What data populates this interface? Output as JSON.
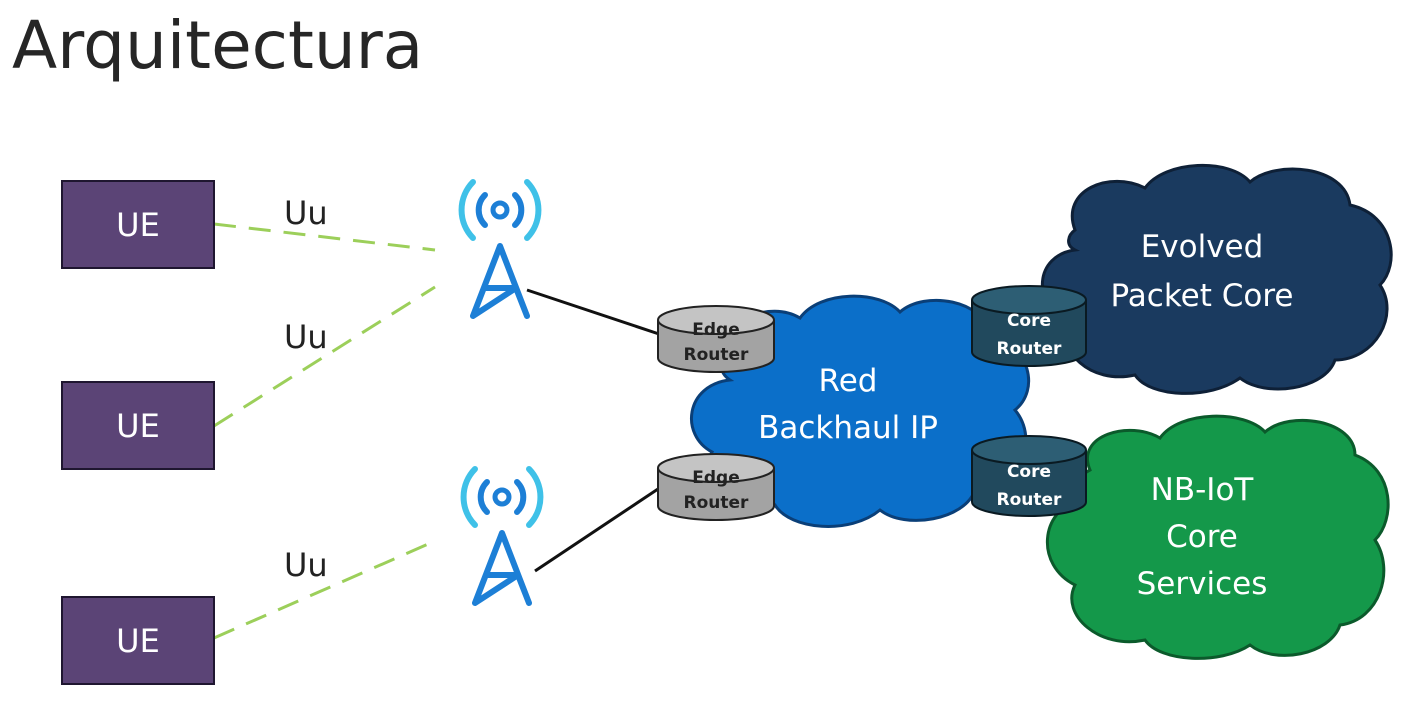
{
  "title": "Arquitectura",
  "ue_devices": [
    {
      "label": "UE"
    },
    {
      "label": "UE"
    },
    {
      "label": "UE"
    }
  ],
  "radio_links": [
    {
      "label": "Uu"
    },
    {
      "label": "Uu"
    },
    {
      "label": "Uu"
    }
  ],
  "edge_routers": [
    {
      "line1": "Edge",
      "line2": "Router"
    },
    {
      "line1": "Edge",
      "line2": "Router"
    }
  ],
  "core_routers": [
    {
      "line1": "Core",
      "line2": "Router"
    },
    {
      "line1": "Core",
      "line2": "Router"
    }
  ],
  "backhaul_cloud": {
    "line1": "Red",
    "line2": "Backhaul IP"
  },
  "epc_cloud": {
    "line1": "Evolved",
    "line2": "Packet Core"
  },
  "nbiot_cloud": {
    "line1": "NB-IoT",
    "line2": "Core",
    "line3": "Services"
  },
  "colors": {
    "ue_fill": "#5b4476",
    "backhaul_cloud": "#0b6fc9",
    "epc_cloud": "#1a3a5f",
    "nbiot_cloud": "#14984a",
    "radio_link": "#9ccf5a",
    "antenna": "#1d7fd6",
    "antenna_waves": "#3fc1e8",
    "edge_router": "#a3a3a3",
    "core_router": "#21495d"
  }
}
